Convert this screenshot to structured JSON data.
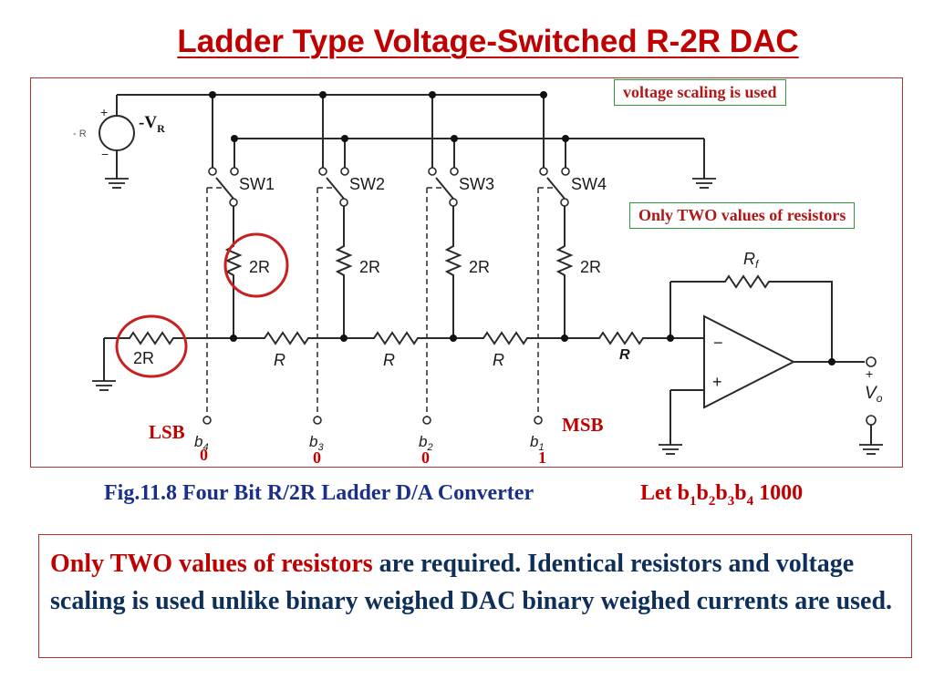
{
  "title": "Ladder Type Voltage-Switched R-2R DAC",
  "notes": {
    "voltage_scaling": "voltage scaling is used",
    "two_values": "Only TWO values of resistors"
  },
  "diagram": {
    "source_label": "-V",
    "source_sub": "R",
    "source_tiny": "- R",
    "switches": [
      "SW1",
      "SW2",
      "SW3",
      "SW4"
    ],
    "shunt_resistors": [
      "2R",
      "2R",
      "2R",
      "2R"
    ],
    "termination_resistor": "2R",
    "series_resistors": [
      "R",
      "R",
      "R"
    ],
    "input_resistor": "R",
    "feedback_resistor": "R",
    "feedback_sub": "f",
    "output_label": "V",
    "output_sub": "o",
    "opamp_minus": "−",
    "opamp_plus": "+",
    "lsb": "LSB",
    "msb": "MSB",
    "bit_letter": "b",
    "bits": [
      {
        "sub": "4",
        "value": "0"
      },
      {
        "sub": "3",
        "value": "0"
      },
      {
        "sub": "2",
        "value": "0"
      },
      {
        "sub": "1",
        "value": "1"
      }
    ]
  },
  "caption": {
    "fig": "Fig.11.8 Four Bit R/2R Ladder D/A Converter",
    "let_prefix": "Let b",
    "let_b": "b",
    "sub1": "1",
    "sub2": "2",
    "sub3": "3",
    "sub4": "4",
    "let_value": " 1000"
  },
  "description": {
    "highlight": "Only TWO values of resistors",
    "text": " are required.  Identical resistors and voltage scaling is used unlike binary  weighed DAC binary weighed currents are used."
  },
  "colors": {
    "title": "#c00000",
    "note_text": "#b01818",
    "note_border": "#2e9a3a",
    "caption_blue": "#1a2f8a",
    "desc_text": "#0d2f5a",
    "frame_border": "#b03030",
    "highlight_circle": "#c82020"
  }
}
